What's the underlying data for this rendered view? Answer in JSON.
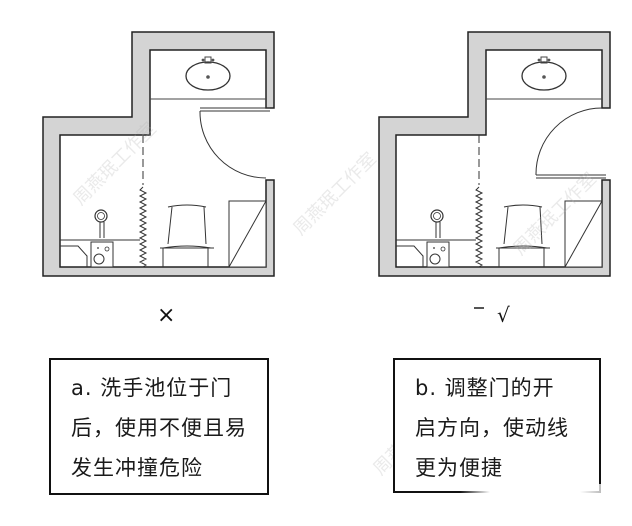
{
  "figure": {
    "left_plan": {
      "label": "a",
      "verdict_symbol": "×",
      "verdict": "incorrect",
      "caption_lines": [
        "a. 洗手池位于门",
        "后，使用不便且易",
        "发生冲撞危险"
      ]
    },
    "right_plan": {
      "label": "b",
      "verdict_symbol": "√",
      "verdict": "correct",
      "caption_lines": [
        "b. 调整门的开",
        "启方向，使动线",
        "更为便捷"
      ]
    },
    "watermark": "周燕珉工作室",
    "colors": {
      "wall_fill": "#d4d4d4",
      "wall_stroke": "#222222",
      "line": "#333333"
    }
  }
}
